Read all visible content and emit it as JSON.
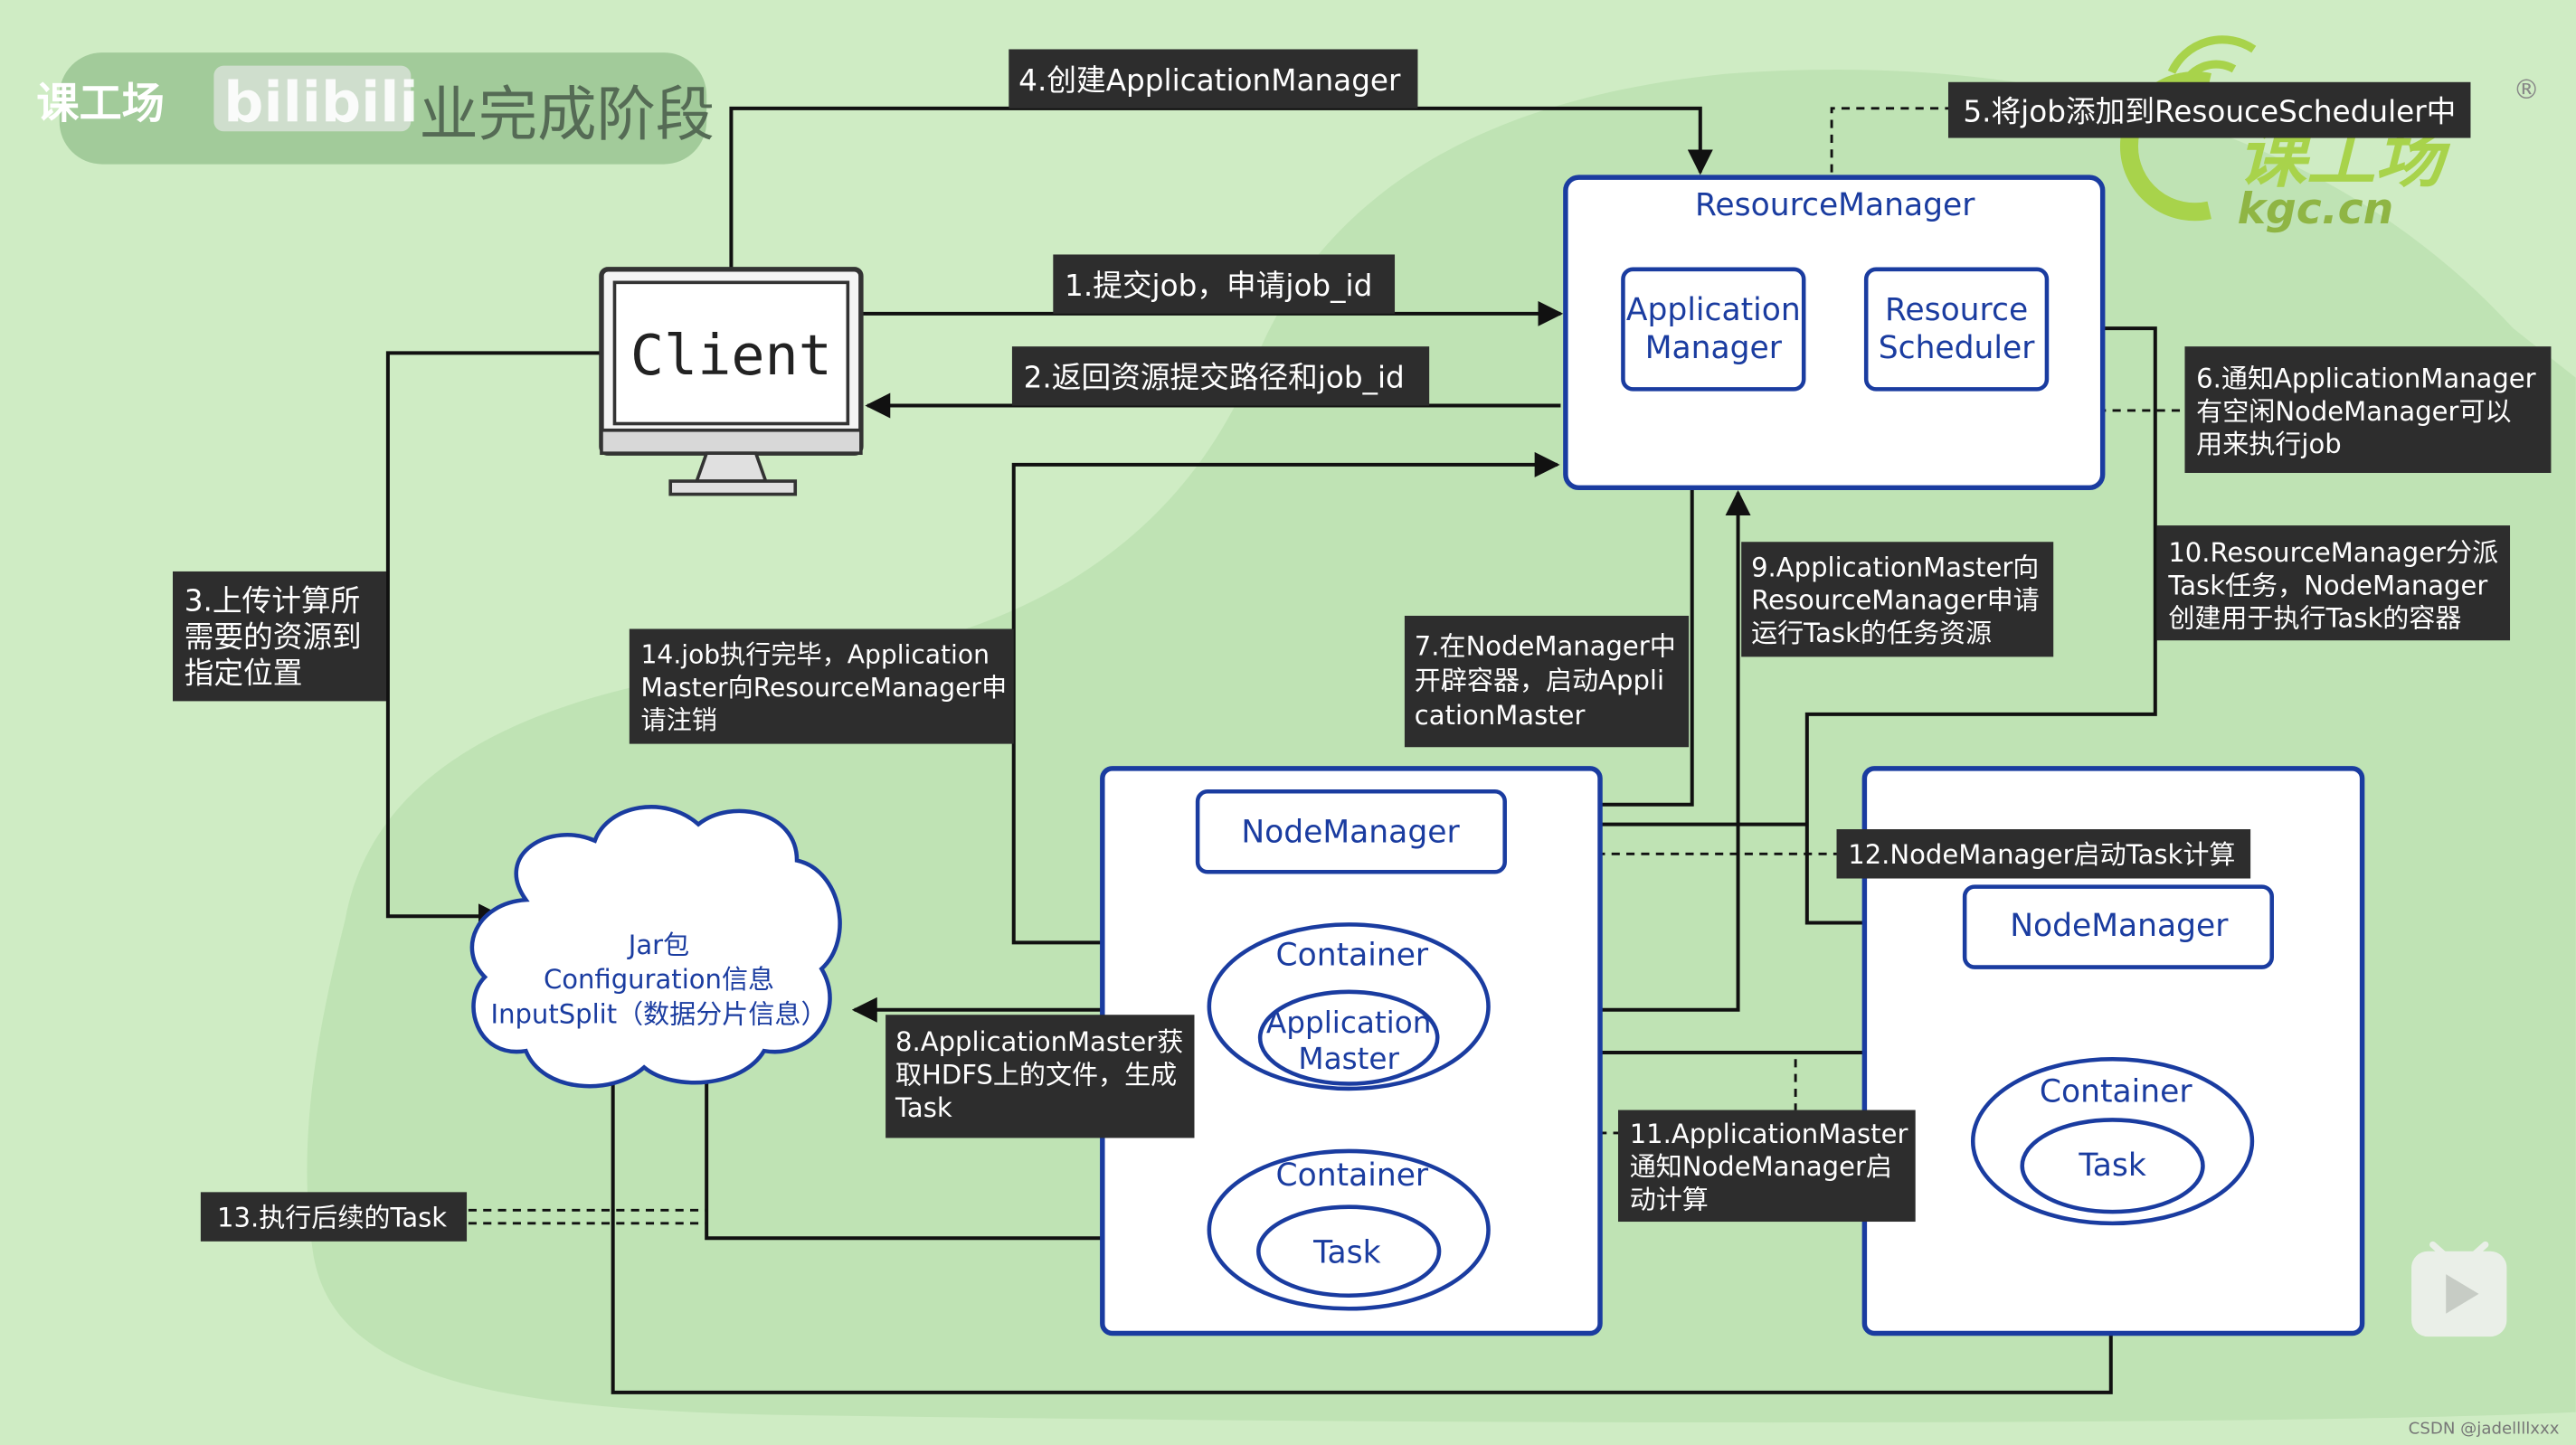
{
  "header": {
    "title_fragment": "业完成阶段",
    "brand_prefix": "课工场",
    "bilibili_text": "bilibili"
  },
  "watermark": {
    "brand_cn": "课工场",
    "brand_domain": "kgc.cn",
    "registered": "®",
    "csdn": "CSDN @jadellllxxx"
  },
  "nodes": {
    "client": "Client",
    "resource_manager": "ResourceManager",
    "application_manager": [
      "Application",
      "Manager"
    ],
    "resource_scheduler": [
      "Resource",
      "Scheduler"
    ],
    "cloud": [
      "Jar包",
      "Configuration信息",
      "InputSplit（数据分片信息）"
    ],
    "nodemanager_left": "NodeManager",
    "nodemanager_right": "NodeManager",
    "container_am": "Container",
    "application_master": [
      "Application",
      "Master"
    ],
    "container_task_left": "Container",
    "task_left": "Task",
    "container_task_right": "Container",
    "task_right": "Task"
  },
  "steps": {
    "s1": [
      "1.提交job，申请job_id"
    ],
    "s2": [
      "2.返回资源提交路径和job_id"
    ],
    "s3": [
      "3.上传计算所",
      "需要的资源到",
      "指定位置"
    ],
    "s4": [
      "4.创建ApplicationManager"
    ],
    "s5": [
      "5.将job添加到ResouceScheduler中"
    ],
    "s6": [
      "6.通知ApplicationManager",
      "有空闲NodeManager可以",
      "用来执行job"
    ],
    "s7": [
      "7.在NodeManager中",
      "开辟容器，启动Appli",
      "cationMaster"
    ],
    "s8": [
      "8.ApplicationMaster获",
      "取HDFS上的文件，生成",
      "Task"
    ],
    "s9": [
      "9.ApplicationMaster向",
      "ResourceManager申请",
      "运行Task的任务资源"
    ],
    "s10": [
      "10.ResourceManager分派",
      "Task任务，NodeManager",
      "创建用于执行Task的容器"
    ],
    "s11": [
      "11.ApplicationMaster",
      "通知NodeManager启",
      "动计算"
    ],
    "s12": [
      "12.NodeManager启动Task计算"
    ],
    "s13": [
      "13.执行后续的Task"
    ],
    "s14": [
      "14.job执行完毕，Application",
      "Master向ResourceManager申",
      "请注销"
    ]
  },
  "colors": {
    "background": "#cfecc4",
    "blob": "#bfe3b4",
    "box_border": "#1a3ca0",
    "label_bg": "#2d2d2d",
    "arrow": "#111111",
    "brand_green": "#a8d34b"
  }
}
